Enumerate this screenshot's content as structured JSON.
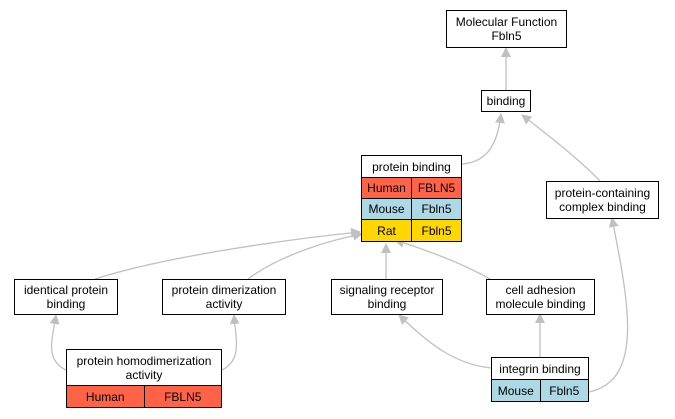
{
  "nodes": {
    "molecular_function": "Molecular Function\nFbln5",
    "binding": "binding",
    "protein_containing_complex_binding": "protein-containing\ncomplex binding",
    "identical_protein_binding": "identical protein\nbinding",
    "protein_dimerization_activity": "protein dimerization\nactivity",
    "signaling_receptor_binding": "signaling receptor\nbinding",
    "cell_adhesion_molecule_binding": "cell adhesion\nmolecule binding"
  },
  "tables": {
    "protein_binding": {
      "title": "protein binding",
      "rows": [
        {
          "species": "Human",
          "gene": "FBLN5",
          "color": "#ff6347"
        },
        {
          "species": "Mouse",
          "gene": "Fbln5",
          "color": "#add8e6"
        },
        {
          "species": "Rat",
          "gene": "Fbln5",
          "color": "#ffd700"
        }
      ]
    },
    "protein_homodimerization_activity": {
      "title": "protein homodimerization\nactivity",
      "rows": [
        {
          "species": "Human",
          "gene": "FBLN5",
          "color": "#ff6347"
        }
      ]
    },
    "integrin_binding": {
      "title": "integrin binding",
      "rows": [
        {
          "species": "Mouse",
          "gene": "Fbln5",
          "color": "#add8e6"
        }
      ]
    }
  },
  "edge_color": "#c0c0c0"
}
